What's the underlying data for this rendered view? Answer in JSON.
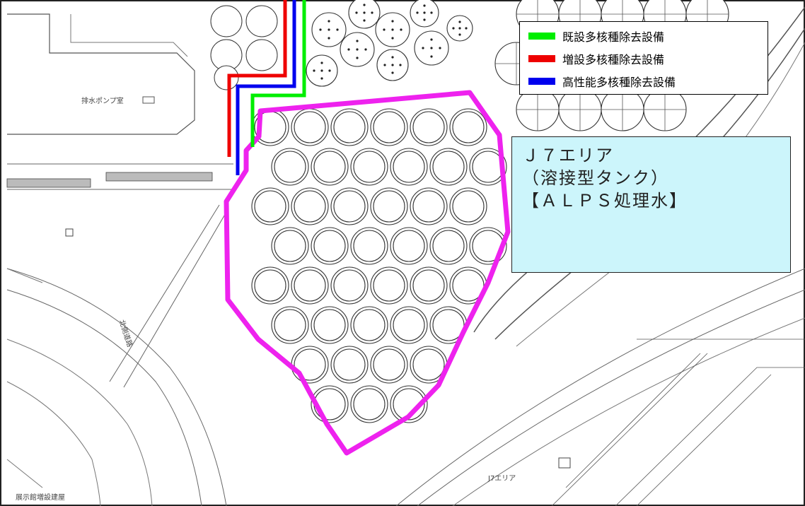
{
  "legend": {
    "items": [
      {
        "label": "既設多核種除去設備",
        "color": "#00ee00"
      },
      {
        "label": "増設多核種除去設備",
        "color": "#ee0000"
      },
      {
        "label": "高性能多核種除去設備",
        "color": "#0000ee"
      }
    ]
  },
  "area": {
    "line1": "Ｊ７エリア",
    "line2": "（溶接型タンク）",
    "line3": "【ＡＬＰＳ処理水】",
    "outline_color": "#ee22ee",
    "fill_color": "#ccf5fb"
  },
  "map_labels": {
    "pump_room": "排水ポンプ室",
    "road": "北側道路",
    "bottom_left": "展示館増設建屋",
    "bottom_center": "J7エリア"
  }
}
